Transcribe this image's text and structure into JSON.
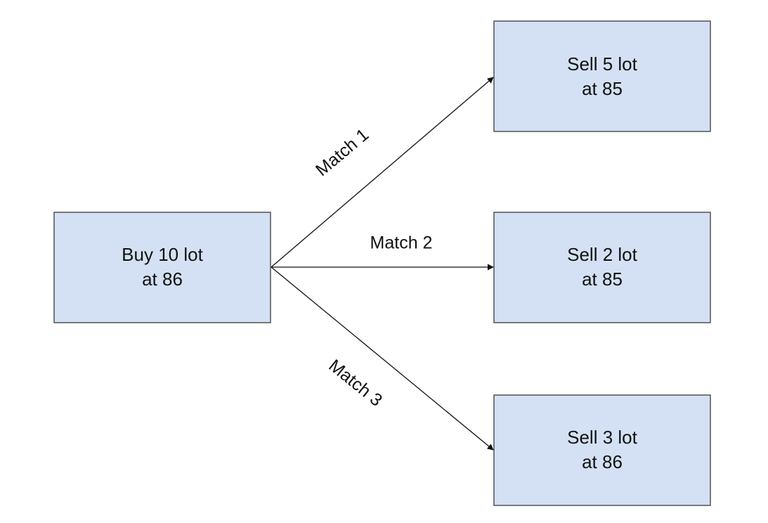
{
  "diagram": {
    "nodes": {
      "buy": {
        "line1": "Buy 10 lot",
        "line2": "at 86"
      },
      "sell1": {
        "line1": "Sell 5 lot",
        "line2": "at 85"
      },
      "sell2": {
        "line1": "Sell 2 lot",
        "line2": "at 85"
      },
      "sell3": {
        "line1": "Sell 3 lot",
        "line2": "at 86"
      }
    },
    "edges": [
      {
        "from": "buy",
        "to": "sell1",
        "label": "Match 1"
      },
      {
        "from": "buy",
        "to": "sell2",
        "label": "Match 2"
      },
      {
        "from": "buy",
        "to": "sell3",
        "label": "Match 3"
      }
    ],
    "colors": {
      "node_fill": "#d4e1f4",
      "node_stroke": "#3a3a3a",
      "line": "#111111"
    }
  }
}
